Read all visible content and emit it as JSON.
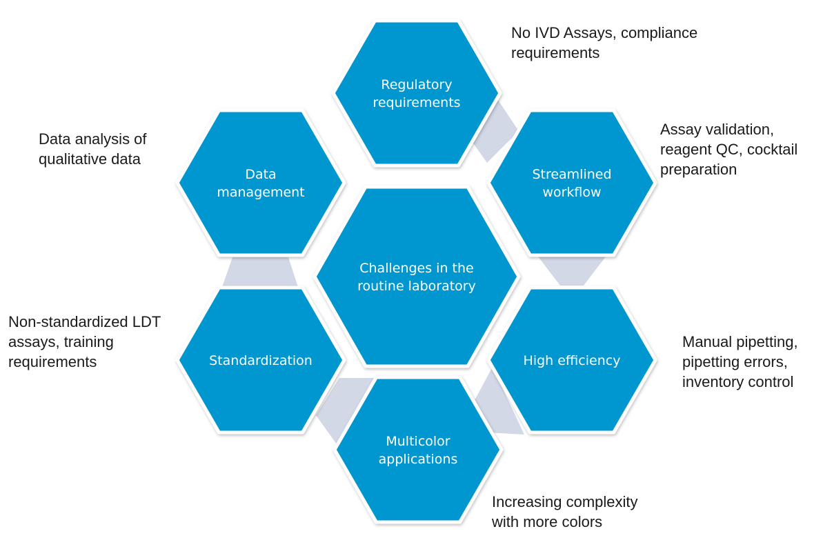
{
  "colors": {
    "hex_fill": "#0096cf",
    "hex_outline": "#ffffff",
    "connector": "#d3d8e6",
    "text_dark": "#1a1a1a"
  },
  "center": {
    "lines": [
      "Challenges in the",
      "routine laboratory"
    ]
  },
  "hexagons": [
    {
      "id": "regulatory",
      "lines": [
        "Regulatory",
        "requirements"
      ]
    },
    {
      "id": "workflow",
      "lines": [
        "Streamlined",
        "workflow"
      ]
    },
    {
      "id": "efficiency",
      "lines": [
        "High efficiency"
      ]
    },
    {
      "id": "multicolor",
      "lines": [
        "Multicolor",
        "applications"
      ]
    },
    {
      "id": "standardization",
      "lines": [
        "Standardization"
      ]
    },
    {
      "id": "data",
      "lines": [
        "Data",
        "management"
      ]
    }
  ],
  "annotations": {
    "regulatory": {
      "line1": "No IVD Assays, compliance",
      "line2": "requirements"
    },
    "workflow": {
      "line1": "Assay validation,",
      "line2": "reagent QC, cocktail",
      "line3": "preparation"
    },
    "efficiency": {
      "line1": "Manual pipetting,",
      "line2": "pipetting errors,",
      "line3": "inventory control"
    },
    "multicolor": {
      "line1": "Increasing complexity",
      "line2": "with more colors"
    },
    "standardization": {
      "line1": "Non-standardized LDT",
      "line2": "assays, training",
      "line3": "requirements"
    },
    "data": {
      "line1": "Data analysis of",
      "line2": "qualitative data"
    }
  }
}
